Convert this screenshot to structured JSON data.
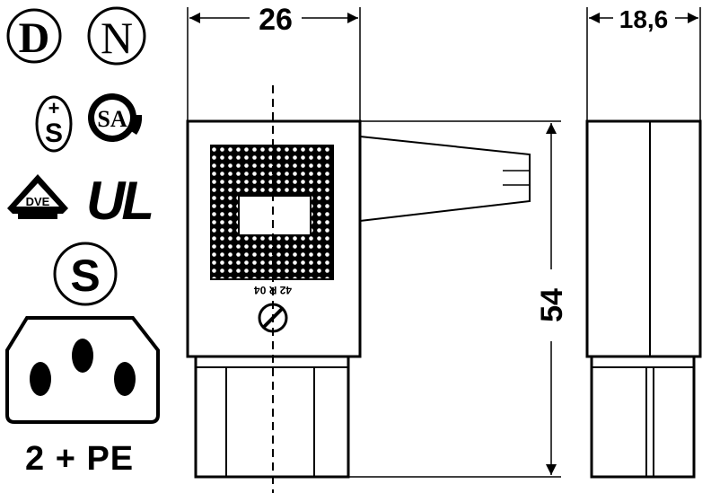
{
  "marks": {
    "d_letter": "D",
    "n_letter": "N",
    "semko_plus": "+",
    "semko_s": "S",
    "csa_text": "SA",
    "vde_text": "DVE",
    "ul_text": "UL",
    "s_letter": "S"
  },
  "dimensions": {
    "width": "26",
    "depth": "18,6",
    "height": "54"
  },
  "part_code": "42 R 04",
  "caption": "2 + PE",
  "colors": {
    "ink": "#000000",
    "paper": "#ffffff",
    "dot_grid": "#000000"
  }
}
